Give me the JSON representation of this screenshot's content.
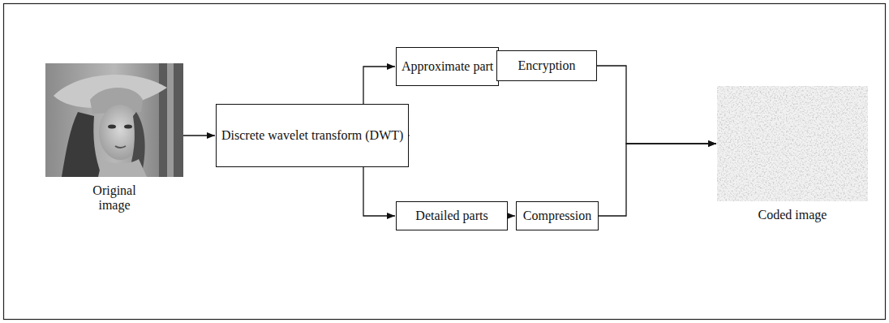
{
  "diagram": {
    "nodes": [
      {
        "text": [
          "Original image"
        ]
      },
      {
        "text": [
          "Discrete wavelet transform (DWT)"
        ]
      },
      {
        "text": [
          "Approximate part"
        ]
      },
      {
        "text": [
          "Encryption"
        ]
      },
      {
        "text": [
          "Detailed parts"
        ]
      },
      {
        "text": [
          "Compression"
        ]
      },
      {
        "text": [
          "Coded image"
        ]
      }
    ],
    "edges": [
      {
        "from": 0,
        "to": 1,
        "arrow": "to"
      },
      {
        "from": 1,
        "to": 2,
        "arrow": "to"
      },
      {
        "from": 1,
        "to": 4,
        "arrow": "to"
      },
      {
        "from": 2,
        "to": 3,
        "arrow": "to"
      },
      {
        "from": 4,
        "to": 5,
        "arrow": "to"
      },
      {
        "from": 3,
        "to": 6,
        "arrow": "to"
      },
      {
        "from": 5,
        "to": 6,
        "arrow": "to"
      }
    ]
  }
}
